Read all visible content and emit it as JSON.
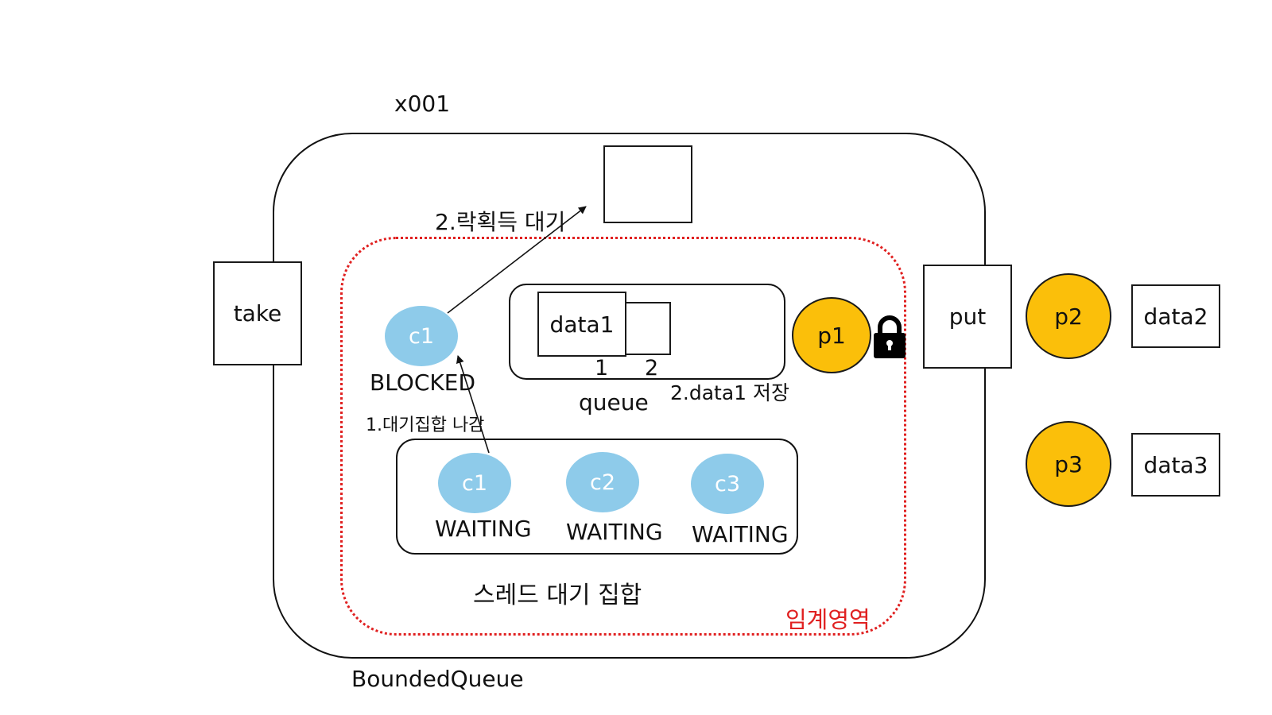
{
  "instance_label": "x001",
  "class_label": "BoundedQueue",
  "methods": {
    "take": "take",
    "put": "put"
  },
  "critical_section_label": "임계영역",
  "wait_set_label": "스레드 대기 집합",
  "queue": {
    "label": "queue",
    "item": "data1",
    "index_1": "1",
    "index_2": "2",
    "store_note": "2.data1 저장"
  },
  "blocked_thread": {
    "name": "c1",
    "state": "BLOCKED"
  },
  "arrows": {
    "exit_wait_set": "1.대기집합 나감",
    "acquire_lock_wait": "2.락획득 대기"
  },
  "waiting_threads": [
    {
      "name": "c1",
      "state": "WAITING"
    },
    {
      "name": "c2",
      "state": "WAITING"
    },
    {
      "name": "c3",
      "state": "WAITING"
    }
  ],
  "producers": [
    {
      "name": "p1"
    },
    {
      "name": "p2",
      "data": "data2"
    },
    {
      "name": "p3",
      "data": "data3"
    }
  ],
  "colors": {
    "consumer": "#8ecbea",
    "producer": "#fbbf0a",
    "critical": "#e02020"
  },
  "icons": {
    "lock": "lock-icon"
  }
}
